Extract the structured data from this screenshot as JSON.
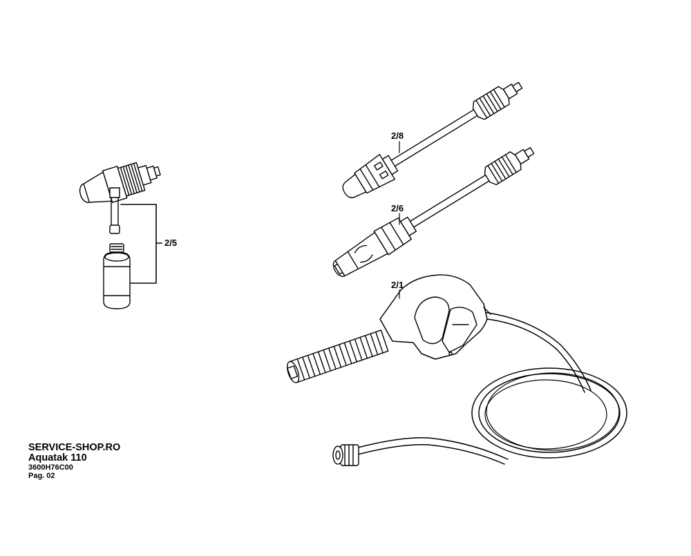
{
  "callouts": {
    "part_2_5": "2/5",
    "part_2_8": "2/8",
    "part_2_6": "2/6",
    "part_2_1": "2/1"
  },
  "footer": {
    "shop": "SERVICE-SHOP.RO",
    "model": "Aquatak 110",
    "code": "3600H76C00",
    "page": "Pag. 02"
  }
}
